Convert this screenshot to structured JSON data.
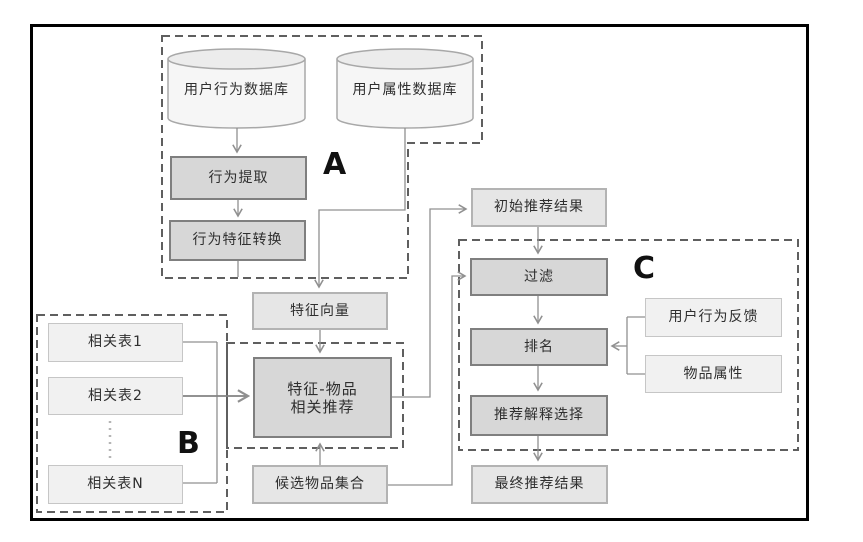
{
  "groups": {
    "a": {
      "label": "A"
    },
    "b": {
      "label": "B"
    },
    "c": {
      "label": "C"
    }
  },
  "nodes": {
    "user_behavior_db": {
      "label": "用户行为数据库",
      "shape": "cylinder"
    },
    "user_attribute_db": {
      "label": "用户属性数据库",
      "shape": "cylinder"
    },
    "behavior_extraction": {
      "label": "行为提取"
    },
    "behavior_feature_conversion": {
      "label": "行为特征转换"
    },
    "feature_vector": {
      "label": "特征向量"
    },
    "related_table_1": {
      "label": "相关表1"
    },
    "related_table_2": {
      "label": "相关表2"
    },
    "related_table_n": {
      "label": "相关表N"
    },
    "feature_item_recommend": {
      "label_line1": "特征-物品",
      "label_line2": "相关推荐"
    },
    "candidate_item_set": {
      "label": "候选物品集合"
    },
    "initial_result": {
      "label": "初始推荐结果"
    },
    "filter": {
      "label": "过滤"
    },
    "ranking": {
      "label": "排名"
    },
    "user_behavior_feedback": {
      "label": "用户行为反馈"
    },
    "item_attribute": {
      "label": "物品属性"
    },
    "explanation_selection": {
      "label": "推荐解释选择"
    },
    "final_result": {
      "label": "最终推荐结果"
    }
  },
  "colors": {
    "process_fill": "#d7d7d7",
    "process_border": "#7f7f7f",
    "data_fill": "#e6e6e6",
    "data_border": "#b3b3b3",
    "input_fill": "#f1f1f1",
    "input_border": "#c6c6c6",
    "cylinder_fill": "#f6f6f6",
    "connector": "#909090",
    "dashed_border": "#5f5f5f",
    "frame": "#000000"
  }
}
